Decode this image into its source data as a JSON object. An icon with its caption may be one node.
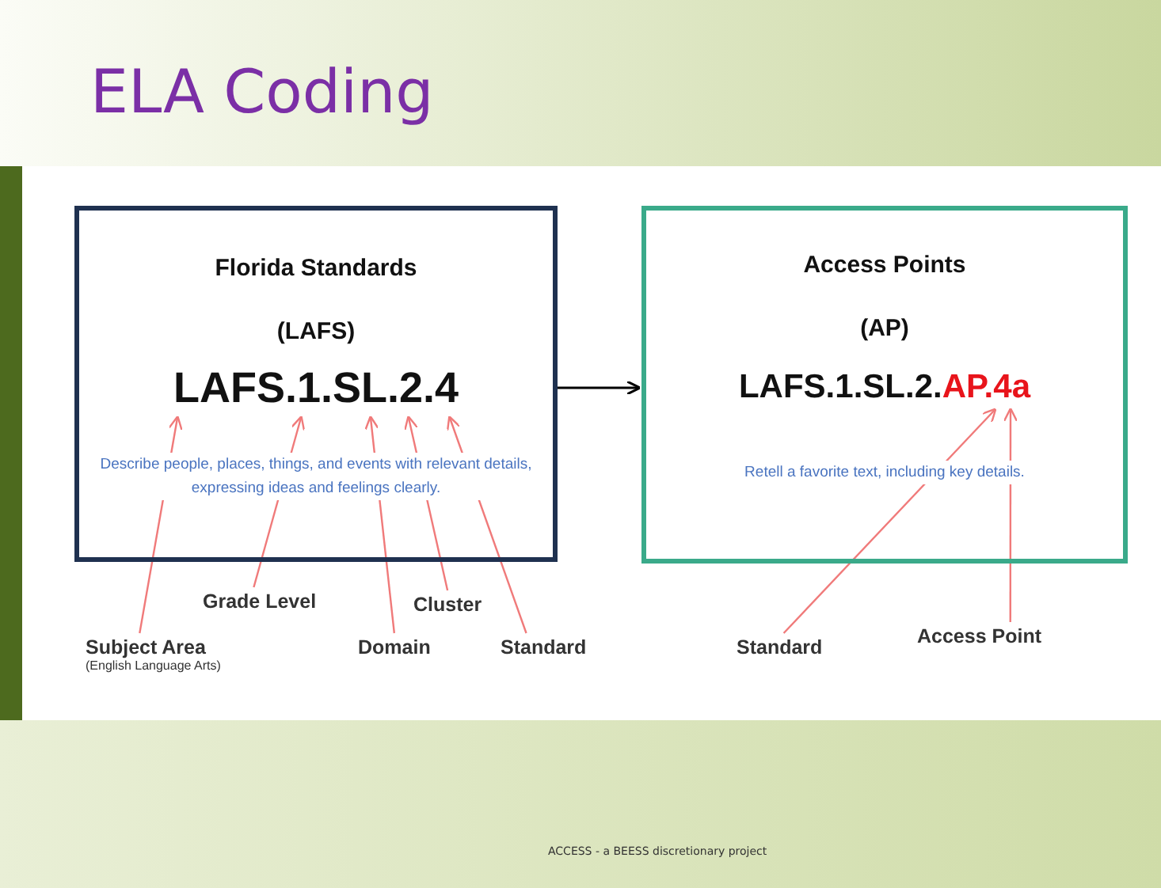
{
  "diagram": {
    "title": "ELA Coding",
    "nodes": [
      {
        "text": [
          "Florida Standards",
          "(LAFS)",
          "LAFS.1.SL.2.4",
          "Describe people, places, things, and events with relevant details, expressing ideas and feelings clearly."
        ]
      },
      {
        "text": [
          "Access Points",
          "(AP)",
          "LAFS.1.SL.2.AP.4a",
          "Retell a favorite text, including key details."
        ]
      },
      {
        "text": [
          "Grade Level"
        ]
      },
      {
        "text": [
          "Cluster"
        ]
      },
      {
        "text": [
          "Subject Area",
          "(English Language Arts)"
        ]
      },
      {
        "text": [
          "Domain"
        ]
      },
      {
        "text": [
          "Standard"
        ]
      },
      {
        "text": [
          "Standard"
        ]
      },
      {
        "text": [
          "Access Point"
        ]
      }
    ],
    "edges": [
      {
        "from": 0,
        "to": 1,
        "arrow": "to",
        "color": "#000000"
      },
      {
        "from": 4,
        "to": 0,
        "arrow": "to"
      },
      {
        "from": 2,
        "to": 0,
        "arrow": "to"
      },
      {
        "from": 5,
        "to": 0,
        "arrow": "to"
      },
      {
        "from": 3,
        "to": 0,
        "arrow": "to"
      },
      {
        "from": 6,
        "to": 0,
        "arrow": "to"
      },
      {
        "from": 7,
        "to": 1,
        "arrow": "to"
      },
      {
        "from": 8,
        "to": 1,
        "arrow": "to"
      }
    ],
    "labels": [
      "ACCESS - a BEESS discretionary project"
    ]
  }
}
